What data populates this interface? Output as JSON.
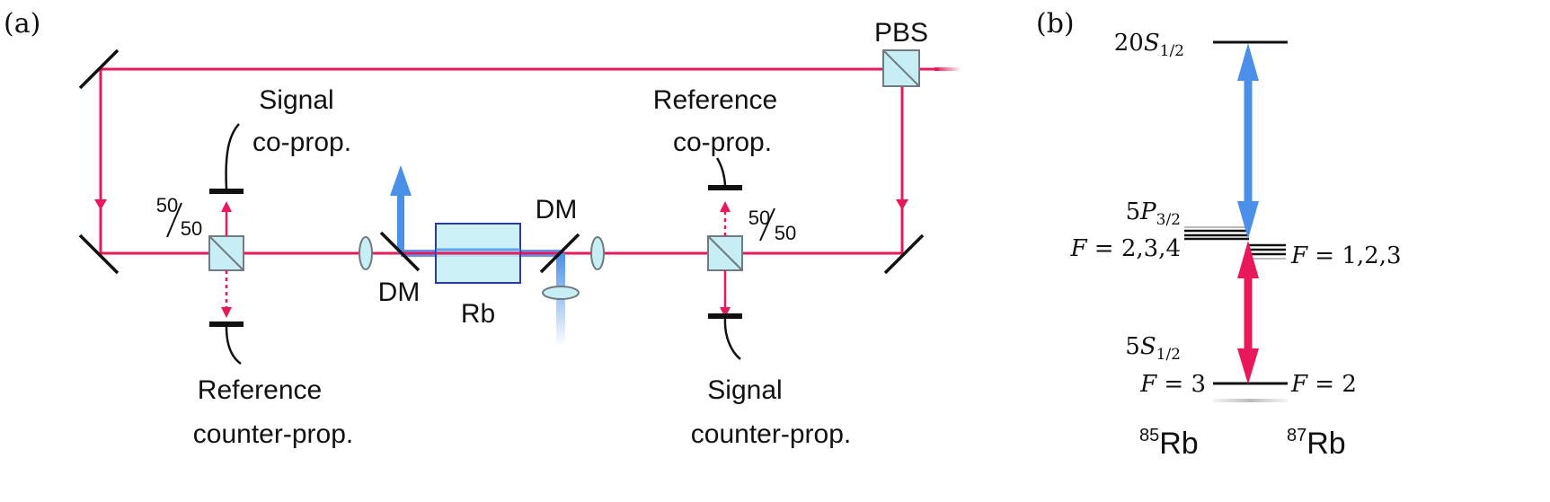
{
  "panels": {
    "a": "(a)",
    "b": "(b)"
  },
  "setup": {
    "pbs_label": "PBS",
    "dm_left_label": "DM",
    "dm_right_label": "DM",
    "cell_label": "Rb",
    "splitter_left": {
      "num": "50",
      "den": "50"
    },
    "splitter_right": {
      "num": "50",
      "den": "50"
    },
    "detectors": {
      "signal_co": [
        "Signal",
        "co-prop."
      ],
      "reference_co": [
        "Reference",
        "co-prop."
      ],
      "reference_counter": [
        "Reference",
        "counter-prop."
      ],
      "signal_counter": [
        "Signal",
        "counter-prop."
      ]
    }
  },
  "levels": {
    "rydberg": {
      "main": "20",
      "letter": "S",
      "sub": "1/2"
    },
    "p_state": {
      "main": "5",
      "letter": "P",
      "sub": "3/2"
    },
    "p_f85": {
      "letter": "F",
      "eq": " = 2,3,4"
    },
    "p_f87": {
      "letter": "F",
      "eq": " = 1,2,3"
    },
    "ground": {
      "main": "5",
      "letter": "S",
      "sub": "1/2"
    },
    "g_f85": {
      "letter": "F",
      "eq": " = 3"
    },
    "g_f87": {
      "letter": "F",
      "eq": " = 2"
    },
    "isotope_85": {
      "mass": "85",
      "sym": "Rb"
    },
    "isotope_87": {
      "mass": "87",
      "sym": "Rb"
    }
  },
  "colors": {
    "probe_beam": "#e8185a",
    "coupling_beam": "#4a8fe8",
    "optic_fill": "#c6eef4",
    "optic_edge": "#707a80",
    "cell_fill": "#c3f0f6",
    "cell_edge": "#2a3aa8"
  }
}
